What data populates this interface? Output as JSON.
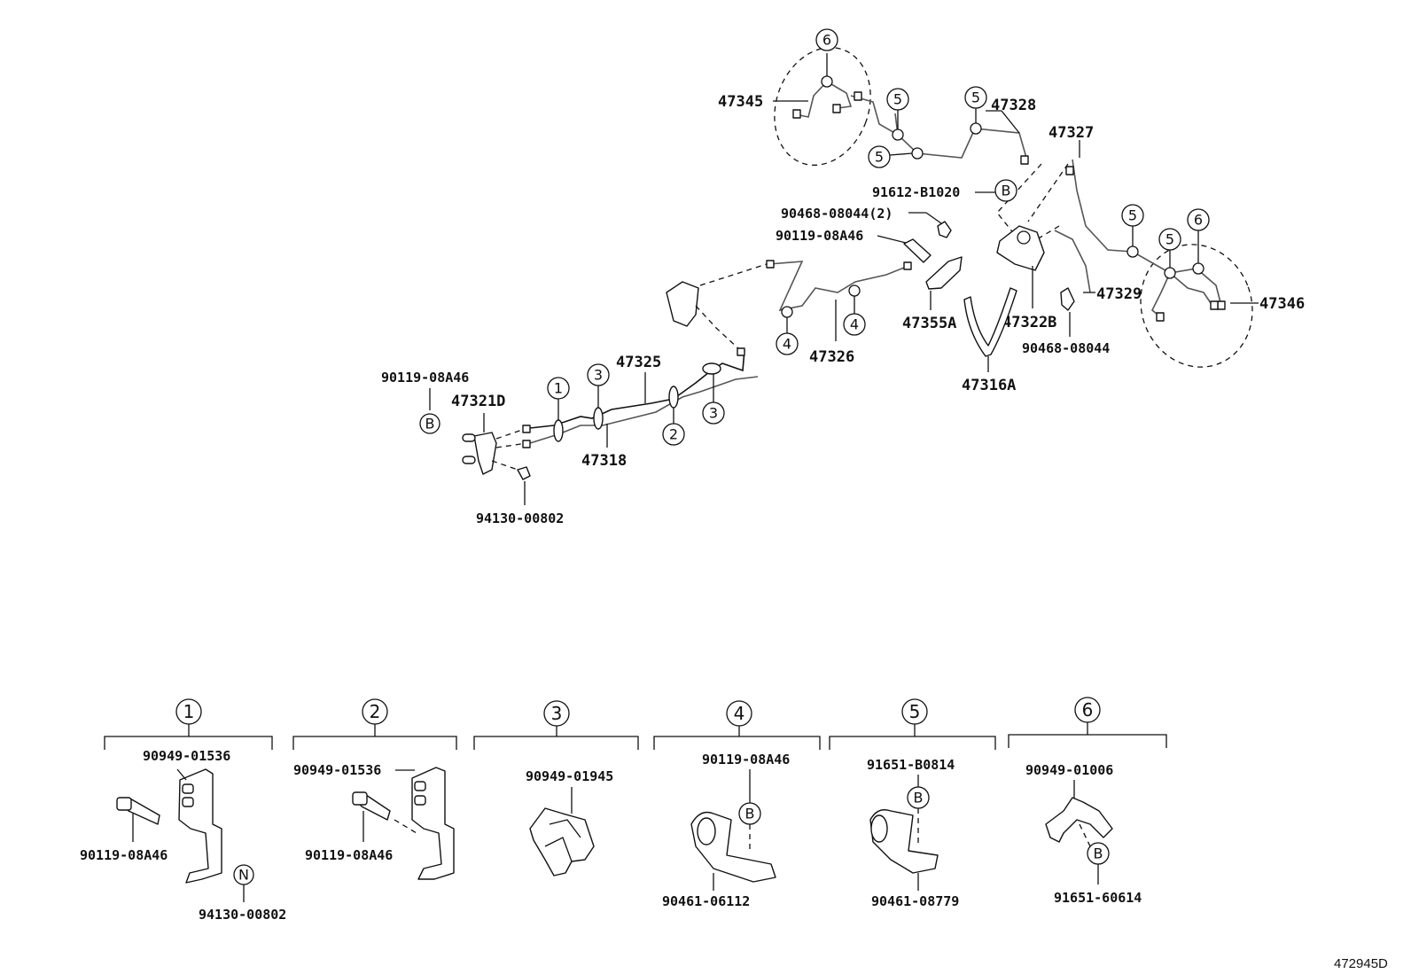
{
  "top_labels": {
    "l47345": "47345",
    "l47328": "47328",
    "l47327": "47327",
    "l91612": "91612-B1020",
    "l90468_2": "90468-08044(2)",
    "l90119_a": "90119-08A46",
    "l47329": "47329",
    "l47346": "47346",
    "l47355a": "47355A",
    "l47322b": "47322B",
    "l90468_b": "90468-08044",
    "l47316a": "47316A",
    "l47326": "47326",
    "l47325": "47325",
    "l90119_b": "90119-08A46",
    "l47321d": "47321D",
    "l47318": "47318",
    "l94130": "94130-00802"
  },
  "callouts": {
    "c1": "1",
    "c2": "2",
    "c3": "3",
    "c4": "4",
    "c5": "5",
    "c6": "6",
    "cb": "B",
    "cn": "N"
  },
  "groups": [
    {
      "num": "1",
      "parts": [
        "90949-01536",
        "90119-08A46",
        "94130-00802"
      ]
    },
    {
      "num": "2",
      "parts": [
        "90949-01536",
        "90119-08A46"
      ]
    },
    {
      "num": "3",
      "parts": [
        "90949-01945"
      ]
    },
    {
      "num": "4",
      "parts": [
        "90119-08A46",
        "90461-06112"
      ]
    },
    {
      "num": "5",
      "parts": [
        "91651-B0814",
        "90461-08779"
      ]
    },
    {
      "num": "6",
      "parts": [
        "90949-01006",
        "91651-60614"
      ]
    }
  ],
  "figure_ref": "472945D"
}
